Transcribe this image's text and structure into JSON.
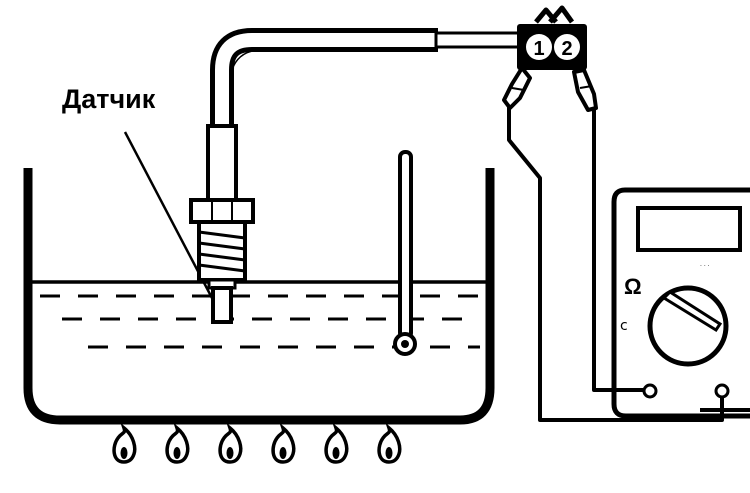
{
  "diagram": {
    "sensor_label": "Датчик",
    "connector": {
      "pin1": "1",
      "pin2": "2"
    },
    "meter": {
      "mode_symbol": "Ω"
    },
    "colors": {
      "ink": "#000000",
      "paper": "#ffffff"
    },
    "burner_flames": 6
  }
}
